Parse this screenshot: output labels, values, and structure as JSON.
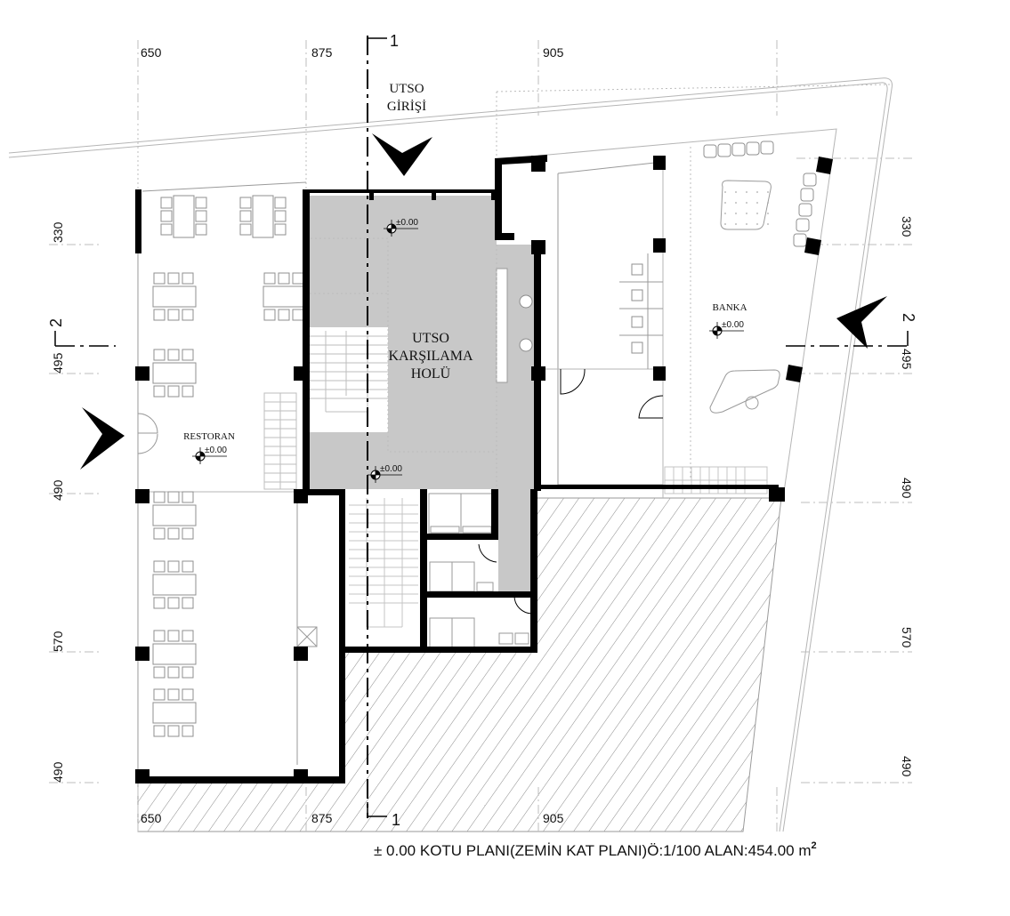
{
  "drawing": {
    "title": "± 0.00 KOTU PLANI(ZEMİN KAT PLANI)Ö:1/100 ALAN:454.00 m",
    "title_superscript": "2",
    "scale": "1/100",
    "area": "454.00 m²"
  },
  "axes": {
    "top": [
      "650",
      "875",
      "905"
    ],
    "bottom": [
      "650",
      "875",
      "905"
    ],
    "left": [
      "330",
      "495",
      "490",
      "570",
      "490"
    ],
    "right": [
      "330",
      "495",
      "490",
      "570",
      "490"
    ]
  },
  "sections": {
    "section_1_top": "1",
    "section_1_bottom": "1",
    "section_2_left": "2",
    "section_2_right": "2"
  },
  "rooms": {
    "entrance": {
      "line1": "UTSO",
      "line2": "GİRİŞİ"
    },
    "hall": {
      "line1": "UTSO",
      "line2": "KARŞILAMA",
      "line3": "HOLÜ"
    },
    "restaurant": "RESTORAN",
    "bank": "BANKA"
  },
  "levels": {
    "hall_top": "±0.00",
    "hall_bottom": "±0.00",
    "restaurant": "±0.00",
    "bank": "±0.00"
  },
  "icons": {
    "entrance_arrow_top": "entrance-arrow-icon",
    "entrance_arrow_left": "entrance-arrow-icon",
    "entrance_arrow_right": "entrance-arrow-icon",
    "level_marker": "level-marker-icon"
  },
  "colors": {
    "hall_fill": "#c8c8c8",
    "wall": "#000000",
    "hatch": "#8a8a8a"
  }
}
